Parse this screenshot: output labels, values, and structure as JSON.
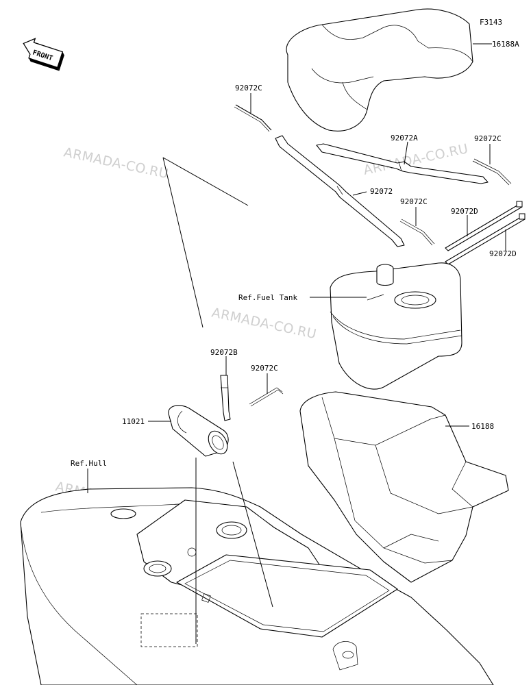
{
  "figure_code": "F3143",
  "front_badge": "FRONT",
  "watermark": "ARMADA-CO.RU",
  "callouts": {
    "seat_cover": "16188A",
    "seat_pan": "16188",
    "strap_main": "92072",
    "strap_a": "92072A",
    "strap_b": "92072B",
    "band_c1": "92072C",
    "band_c2": "92072C",
    "band_c3": "92072C",
    "band_c4": "92072C",
    "tie_d1": "92072D",
    "tie_d2": "92072D",
    "filter": "11021",
    "fuel_tank": "Ref.Fuel Tank",
    "hull": "Ref.Hull"
  },
  "colors": {
    "line": "#000000",
    "watermark": "#cfcfcf",
    "background": "#ffffff"
  }
}
